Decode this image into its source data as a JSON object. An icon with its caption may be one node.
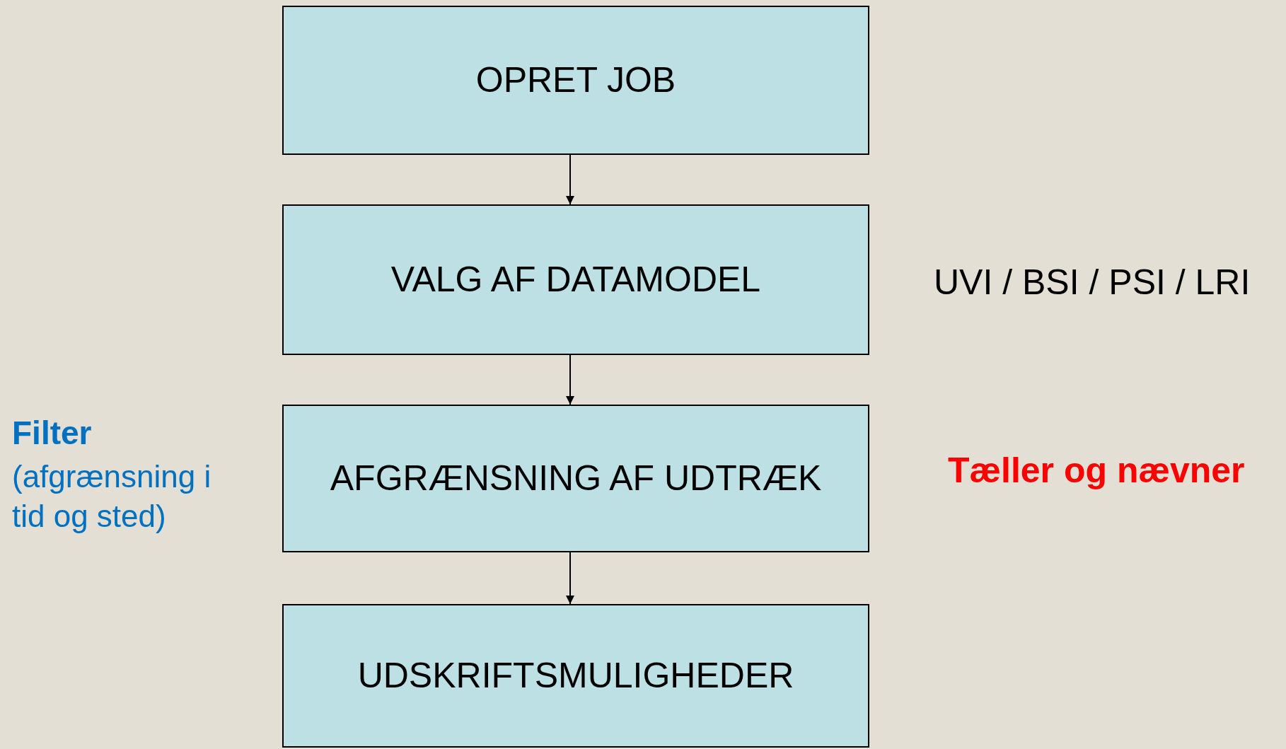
{
  "diagram": {
    "nodes": [
      {
        "text": [
          "OPRET JOB"
        ]
      },
      {
        "text": [
          "VALG AF DATAMODEL"
        ]
      },
      {
        "text": [
          "AFGRÆNSNING AF UDTRÆK"
        ]
      },
      {
        "text": [
          "UDSKRIFTSMULIGHEDER"
        ]
      }
    ],
    "edges": [
      {
        "from": 0,
        "to": 1,
        "arrow": "to"
      },
      {
        "from": 1,
        "to": 2,
        "arrow": "to"
      },
      {
        "from": 2,
        "to": 3,
        "arrow": "to"
      }
    ],
    "labels": [
      "UVI / BSI / PSI / LRI",
      "Filter",
      "(afgrænsning i tid og sted)",
      "Tæller og nævner"
    ]
  }
}
